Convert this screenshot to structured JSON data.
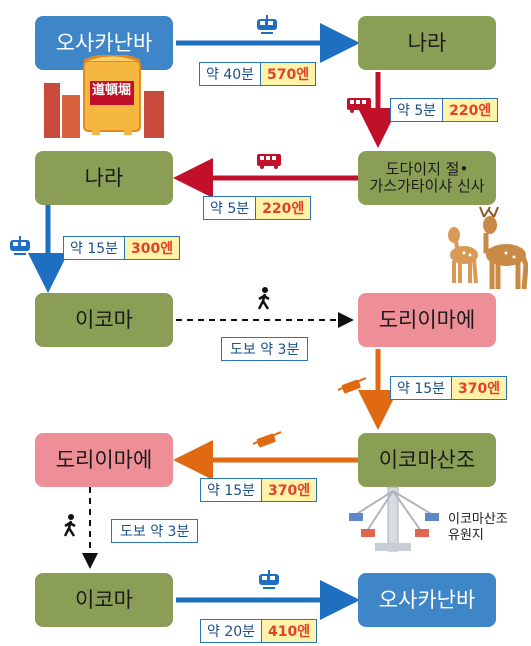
{
  "nodes": {
    "osaka_namba_1": "오사카난바",
    "nara_1": "나라",
    "todaiji_1": "도다이지 절•",
    "todaiji_2": "가스가타이샤 신사",
    "nara_2": "나라",
    "ikoma_1": "이코마",
    "toriimae_1": "도리이마에",
    "ikomasanjo": "이코마산조",
    "toriimae_2": "도리이마에",
    "ikoma_2": "이코마",
    "osaka_namba_2": "오사카난바"
  },
  "legs": [
    {
      "time": "약 40분",
      "price": "570엔",
      "mode": "train"
    },
    {
      "time": "약 5분",
      "price": "220엔",
      "mode": "bus"
    },
    {
      "time": "약 5분",
      "price": "220엔",
      "mode": "bus"
    },
    {
      "time": "약 15분",
      "price": "300엔",
      "mode": "train"
    },
    {
      "time": "도보 약 3분",
      "mode": "walk"
    },
    {
      "time": "약 15분",
      "price": "370엔",
      "mode": "cable-car"
    },
    {
      "time": "약 15분",
      "price": "370엔",
      "mode": "cable-car"
    },
    {
      "time": "도보 약 3분",
      "mode": "walk"
    },
    {
      "time": "약 20분",
      "price": "410엔",
      "mode": "train"
    }
  ],
  "amusement": {
    "line1": "이코마산조",
    "line2": "유원지"
  },
  "dotonbori_sign": "道頓堀",
  "colors": {
    "green": "#8a9f55",
    "blue": "#3e86c8",
    "pink": "#ee8f98",
    "red": "#c3102a",
    "orange": "#e06a12",
    "arrow_blue": "#1e6fbf"
  }
}
